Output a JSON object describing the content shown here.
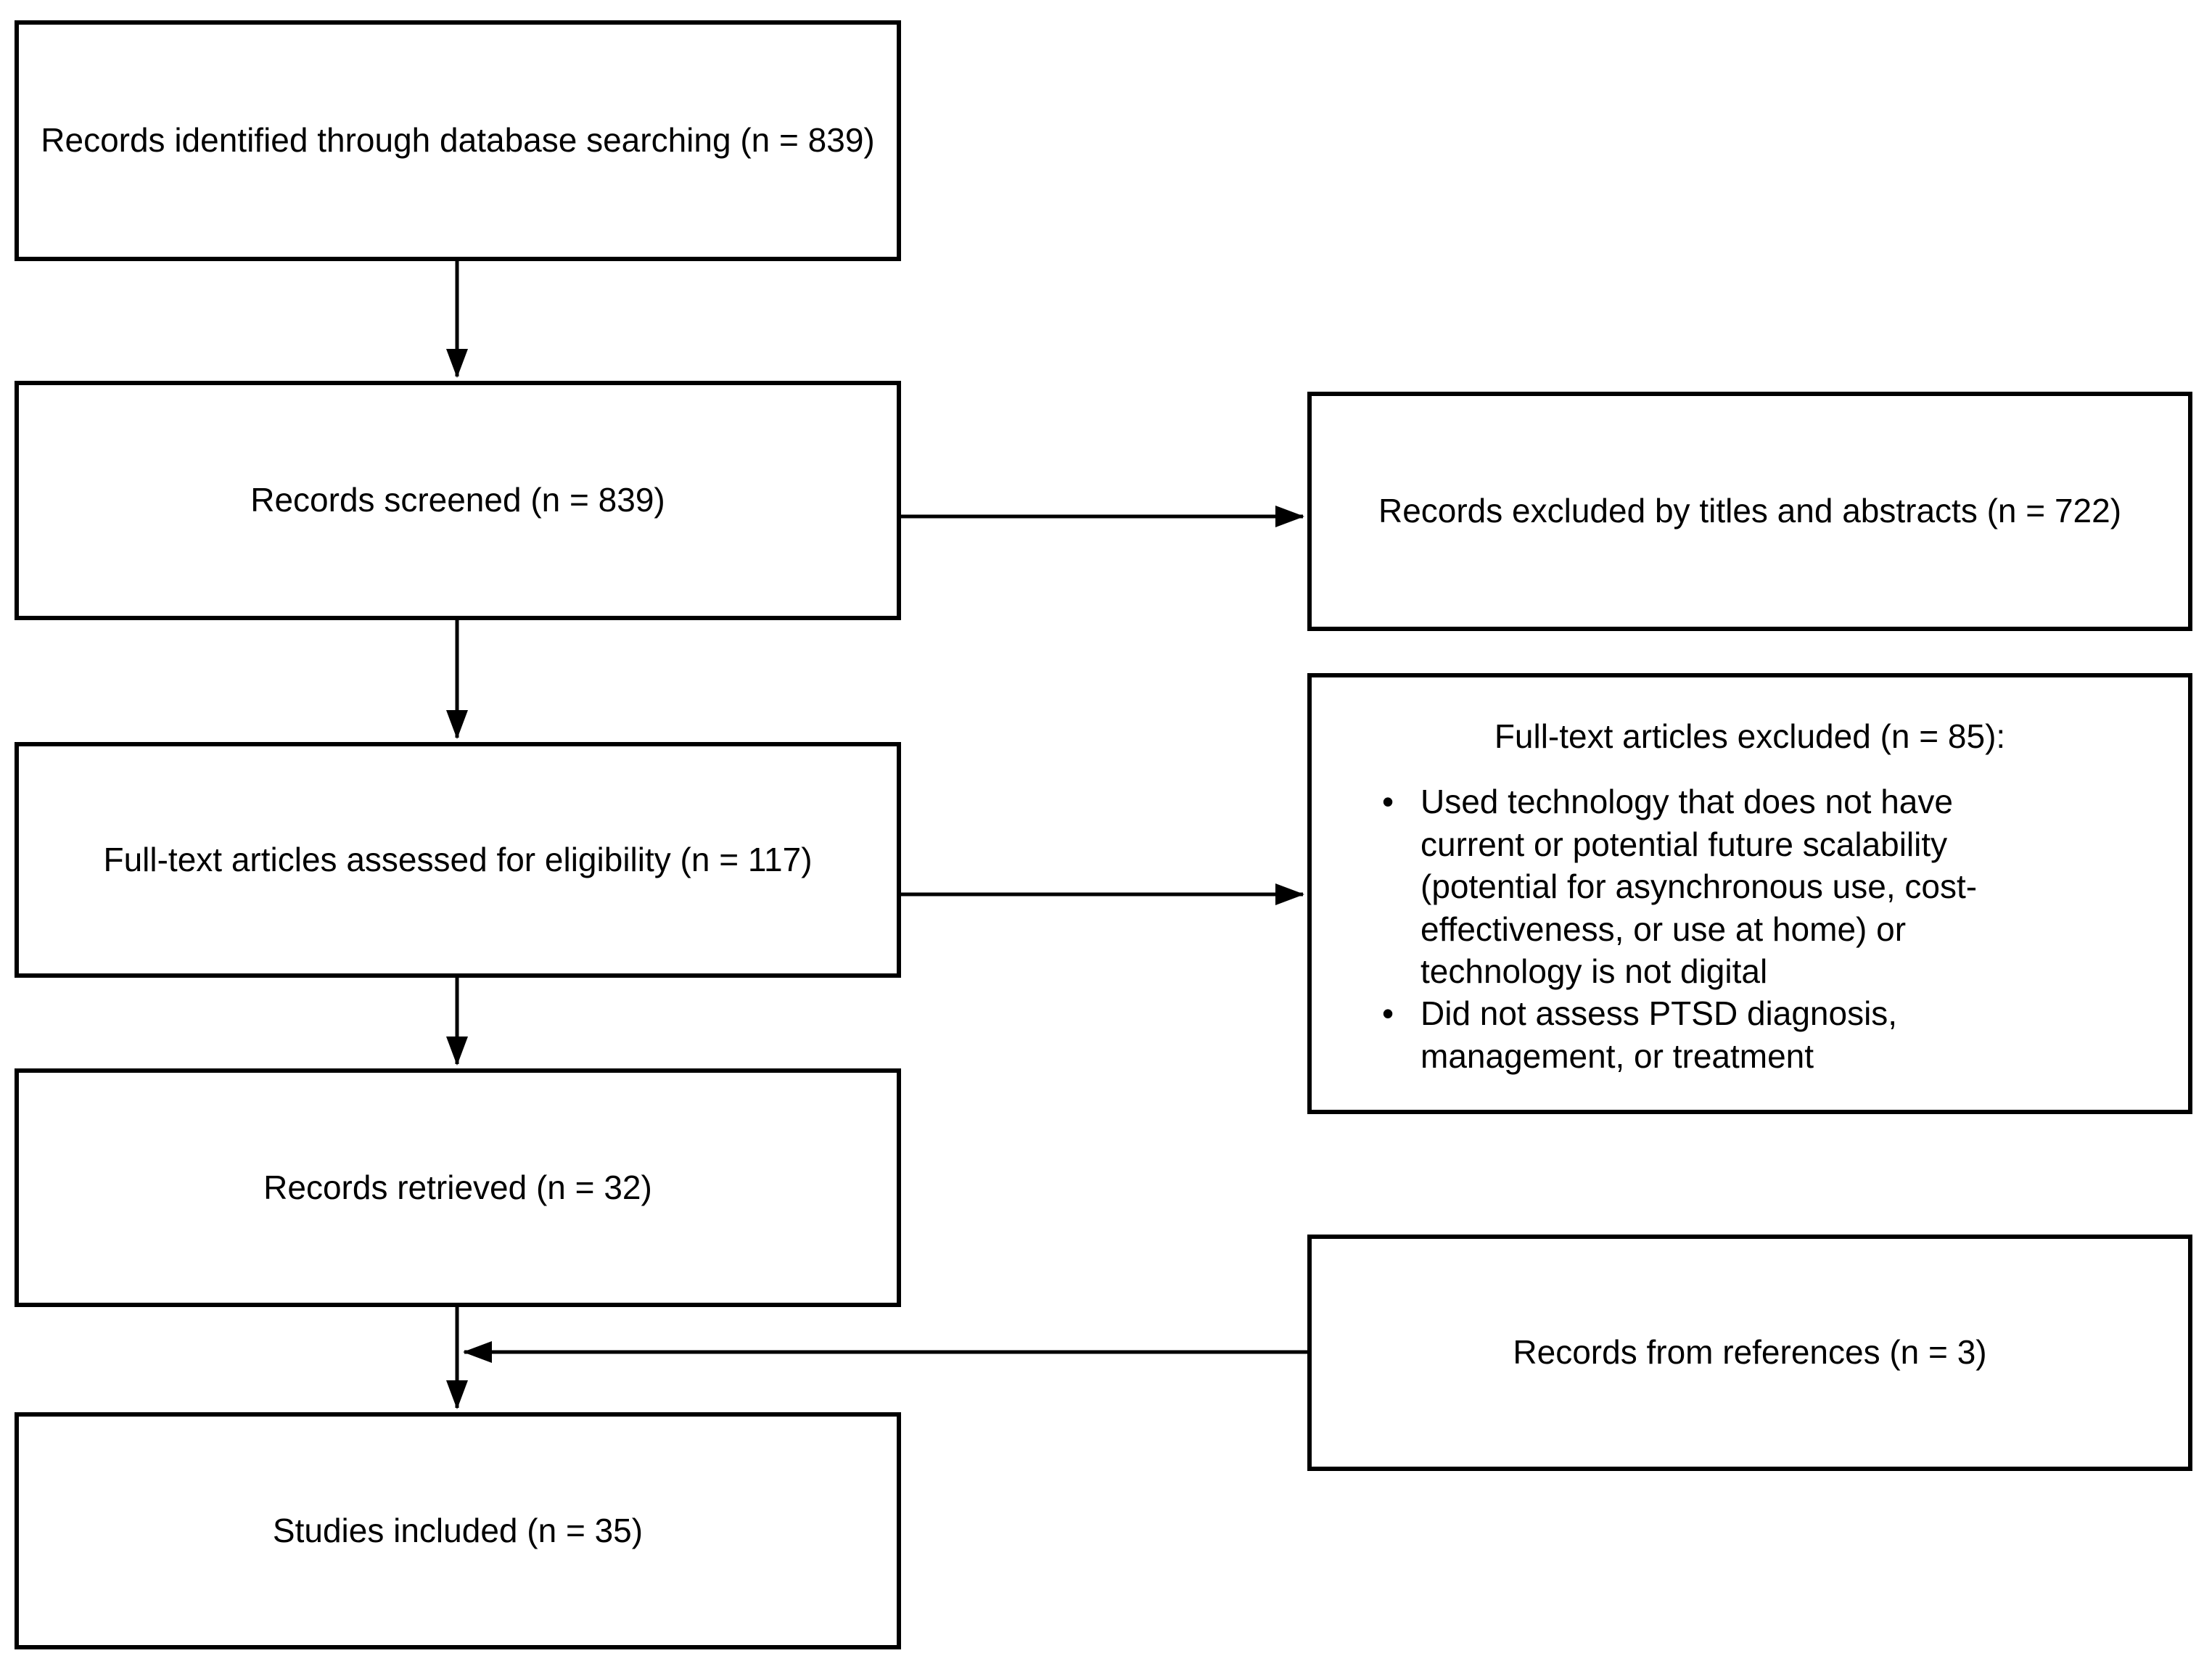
{
  "diagram": {
    "type": "prisma-flowchart",
    "colors": {
      "box_border": "#000000",
      "background": "#ffffff",
      "text": "#000000",
      "arrow": "#000000"
    },
    "boxes": {
      "identified": {
        "label": "Records identified through database searching (n = 839)"
      },
      "screened": {
        "label": "Records screened (n = 839)"
      },
      "fulltext_assessed": {
        "label": "Full-text articles assessed for eligibility (n = 117)"
      },
      "retrieved": {
        "label": "Records retrieved (n = 32)"
      },
      "included": {
        "label": "Studies included (n = 35)"
      },
      "excluded_titles": {
        "label": "Records excluded by titles and abstracts (n = 722)"
      },
      "fulltext_excluded": {
        "title": "Full-text articles excluded (n = 85):",
        "bullets": [
          "Used technology that does not have current or potential future scalability (potential for asynchronous use, cost-effectiveness, or use at home) or technology is not digital",
          "Did not assess PTSD diagnosis, management, or treatment"
        ]
      },
      "references": {
        "label": "Records from references (n = 3)"
      }
    }
  }
}
